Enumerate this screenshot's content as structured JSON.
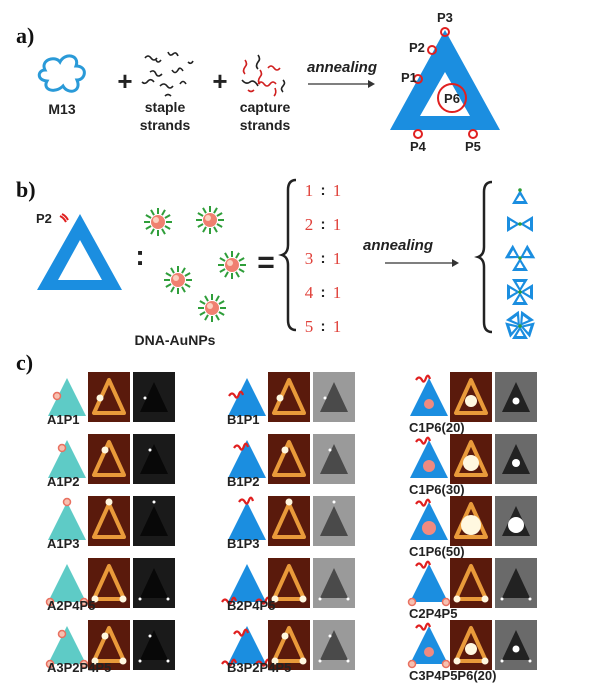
{
  "panel_a": {
    "label": "a)",
    "m13": "M13",
    "plus": "+",
    "staple": [
      "staple",
      "strands"
    ],
    "capture": [
      "capture",
      "strands"
    ],
    "arrow_label": "annealing",
    "positions": [
      "P1",
      "P2",
      "P3",
      "P4",
      "P5",
      "P6"
    ]
  },
  "panel_b": {
    "label": "b)",
    "site": "P2",
    "colon": ":",
    "equals": "=",
    "particles_label": "DNA-AuNPs",
    "ratios": [
      [
        "1",
        "1"
      ],
      [
        "2",
        "1"
      ],
      [
        "3",
        "1"
      ],
      [
        "4",
        "1"
      ],
      [
        "5",
        "1"
      ]
    ],
    "ratio_sep": ":",
    "arrow_label": "annealing"
  },
  "panel_c": {
    "label": "c)",
    "columns": [
      [
        {
          "label": "A1P1",
          "type": "A",
          "sites": [
            "P1"
          ]
        },
        {
          "label": "A1P2",
          "type": "A",
          "sites": [
            "P2"
          ]
        },
        {
          "label": "A1P3",
          "type": "A",
          "sites": [
            "P3"
          ]
        },
        {
          "label": "A2P4P5",
          "type": "A",
          "sites": [
            "P4",
            "P5"
          ]
        },
        {
          "label": "A3P2P4P5",
          "type": "A",
          "sites": [
            "P2",
            "P4",
            "P5"
          ]
        }
      ],
      [
        {
          "label": "B1P1",
          "type": "B",
          "sites": [
            "P1"
          ]
        },
        {
          "label": "B1P2",
          "type": "B",
          "sites": [
            "P2"
          ]
        },
        {
          "label": "B1P3",
          "type": "B",
          "sites": [
            "P3"
          ]
        },
        {
          "label": "B2P4P5",
          "type": "B",
          "sites": [
            "P4",
            "P5"
          ]
        },
        {
          "label": "B3P2P4P5",
          "type": "B",
          "sites": [
            "P2",
            "P4",
            "P5"
          ]
        }
      ],
      [
        {
          "label": "C1P6(20)",
          "type": "C",
          "sites": [
            "P6"
          ],
          "size": 20
        },
        {
          "label": "C1P6(30)",
          "type": "C",
          "sites": [
            "P6"
          ],
          "size": 30
        },
        {
          "label": "C1P6(50)",
          "type": "C",
          "sites": [
            "P6"
          ],
          "size": 50
        },
        {
          "label": "C2P4P5",
          "type": "C",
          "sites": [
            "P4",
            "P5"
          ]
        },
        {
          "label": "C3P4P5P6(20)",
          "type": "C",
          "sites": [
            "P4",
            "P5",
            "P6"
          ],
          "size": 20
        }
      ]
    ]
  },
  "colors": {
    "origami_blue": "#1b8ee0",
    "origami_cyan": "#5ecbc6",
    "marker_red": "#e02020",
    "ratio_red": "#e0413a",
    "dna_green": "#2f9e3a",
    "afm_bg": "#5a1a0c",
    "afm_fg": "#e99a3a"
  }
}
